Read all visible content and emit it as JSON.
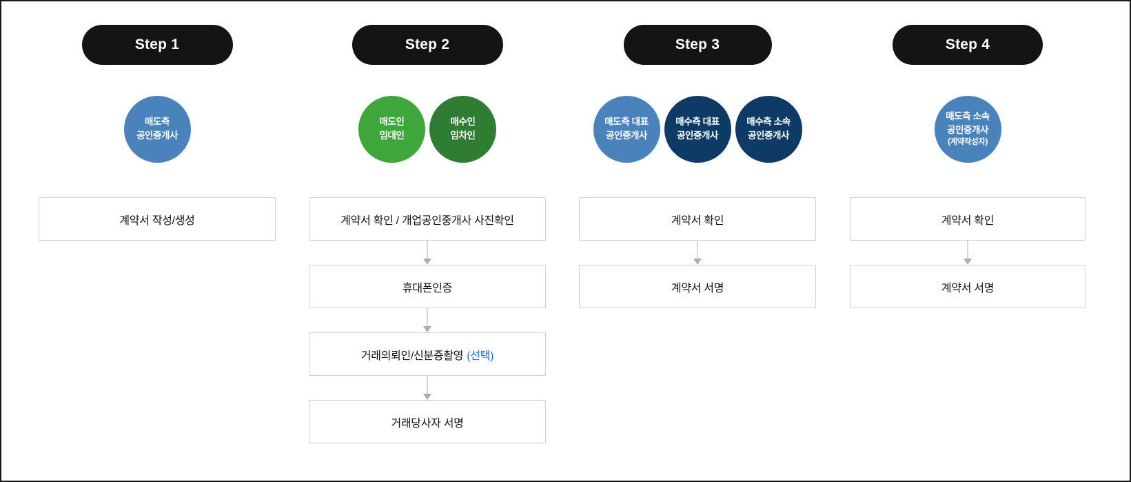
{
  "colors": {
    "pill_bg": "#141414",
    "pill_text": "#ffffff",
    "actor_blue_medium": "#4a82bc",
    "actor_green_light": "#3fa63c",
    "actor_green_dark": "#2e7d32",
    "actor_blue_navy": "#0d3b66",
    "box_border": "#d2d2d2",
    "box_text": "#111111",
    "optional_text": "#1a73e8",
    "arrow": "#adadad",
    "page_border": "#1a1a1a",
    "background": "#ffffff"
  },
  "steps": [
    {
      "pill_label": "Step 1",
      "actors": [
        {
          "lines": [
            "매도측",
            "공인중개사"
          ],
          "sub": "",
          "color": "#4a82bc",
          "name": "actor-seller-agent"
        }
      ],
      "boxes": [
        {
          "text": "계약서 작성/생성",
          "optional": ""
        }
      ]
    },
    {
      "pill_label": "Step 2",
      "actors": [
        {
          "lines": [
            "매도인",
            "임대인"
          ],
          "sub": "",
          "color": "#3fa63c",
          "name": "actor-seller-lessor"
        },
        {
          "lines": [
            "매수인",
            "임차인"
          ],
          "sub": "",
          "color": "#2e7d32",
          "name": "actor-buyer-lessee"
        }
      ],
      "boxes": [
        {
          "text": "계약서 확인 / 개업공인중개사 사진확인",
          "optional": ""
        },
        {
          "text": "휴대폰인증",
          "optional": ""
        },
        {
          "text": "거래의뢰인/신분증촬영",
          "optional": "(선택)"
        },
        {
          "text": "거래당사자 서명",
          "optional": ""
        }
      ]
    },
    {
      "pill_label": "Step 3",
      "actors": [
        {
          "lines": [
            "매도측 대표",
            "공인중개사"
          ],
          "sub": "",
          "color": "#4a82bc",
          "name": "actor-seller-rep-agent"
        },
        {
          "lines": [
            "매수측 대표",
            "공인중개사"
          ],
          "sub": "",
          "color": "#0d3b66",
          "name": "actor-buyer-rep-agent"
        },
        {
          "lines": [
            "매수측 소속",
            "공인중개사"
          ],
          "sub": "",
          "color": "#0d3b66",
          "name": "actor-buyer-affiliated-agent"
        }
      ],
      "boxes": [
        {
          "text": "계약서 확인",
          "optional": ""
        },
        {
          "text": "계약서 서명",
          "optional": ""
        }
      ]
    },
    {
      "pill_label": "Step 4",
      "actors": [
        {
          "lines": [
            "매도측 소속",
            "공인중개사"
          ],
          "sub": "(계약작성자)",
          "color": "#4a82bc",
          "name": "actor-seller-affiliated-agent"
        }
      ],
      "boxes": [
        {
          "text": "계약서 확인",
          "optional": ""
        },
        {
          "text": "계약서 서명",
          "optional": ""
        }
      ]
    }
  ]
}
